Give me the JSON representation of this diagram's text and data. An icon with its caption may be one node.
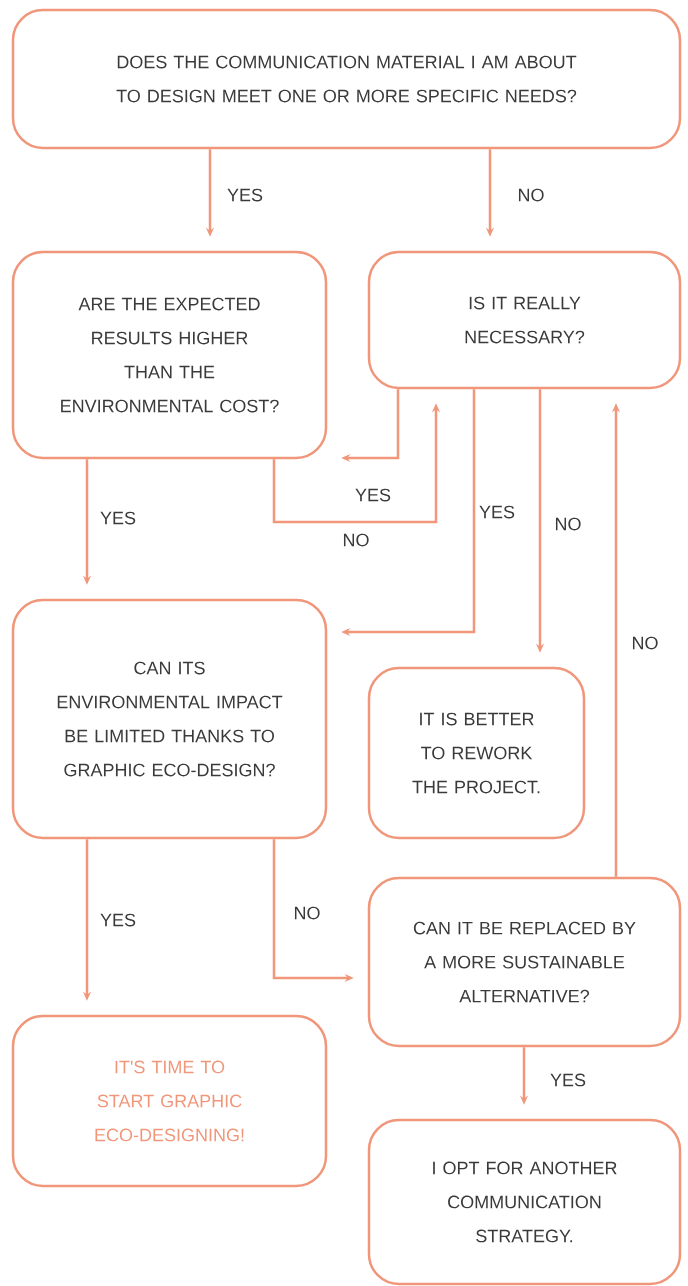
{
  "diagram": {
    "nodes": [
      {
        "text": [
          "DOES THE COMMUNICATION MATERIAL I AM ABOUT TO DESIGN MEET ONE OR MORE SPECIFIC NEEDS?"
        ]
      },
      {
        "text": [
          "ARE THE EXPECTED RESULTS HIGHER THAN THE ENVIRONMENTAL COST?"
        ]
      },
      {
        "text": [
          "IS IT REALLY NECESSARY?"
        ]
      },
      {
        "text": [
          "CAN ITS ENVIRONMENTAL IMPACT BE LIMITED THANKS TO GRAPHIC ECO-DESIGN?"
        ]
      },
      {
        "text": [
          "IT IS BETTER TO REWORK THE PROJECT."
        ]
      },
      {
        "text": [
          "CAN IT BE REPLACED BY A MORE SUSTAINABLE ALTERNATIVE?"
        ]
      },
      {
        "text": [
          "IT'S TIME TO START GRAPHIC ECO-DESIGNING!"
        ]
      },
      {
        "text": [
          "I OPT FOR ANOTHER COMMUNICATION STRATEGY."
        ]
      }
    ],
    "edges": [
      {
        "from": 0,
        "to": 1,
        "arrow": "to",
        "label": "YES"
      },
      {
        "from": 0,
        "to": 2,
        "arrow": "to",
        "label": "NO"
      },
      {
        "from": 2,
        "to": 1,
        "arrow": "to",
        "label": "YES"
      },
      {
        "from": 1,
        "to": 2,
        "arrow": "to",
        "label": "NO"
      },
      {
        "from": 2,
        "to": 3,
        "arrow": "to",
        "label": "YES"
      },
      {
        "from": 2,
        "to": 4,
        "arrow": "to",
        "label": "NO"
      },
      {
        "from": 5,
        "to": 2,
        "arrow": "to",
        "label": "NO"
      },
      {
        "from": 1,
        "to": 3,
        "arrow": "to",
        "label": "YES"
      },
      {
        "from": 3,
        "to": 6,
        "arrow": "to",
        "label": "YES"
      },
      {
        "from": 3,
        "to": 5,
        "arrow": "to",
        "label": "NO"
      },
      {
        "from": 5,
        "to": 7,
        "arrow": "to",
        "label": "YES"
      }
    ]
  }
}
